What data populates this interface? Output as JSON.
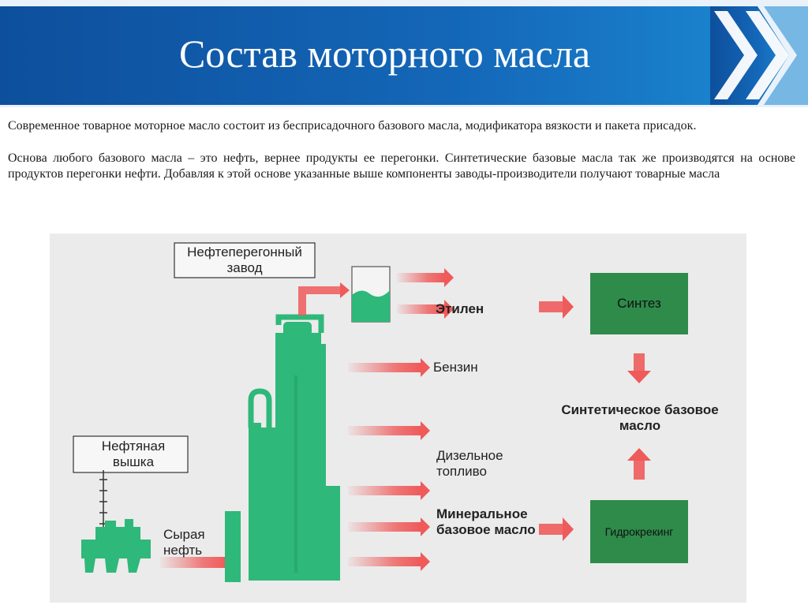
{
  "slide": {
    "title": "Состав моторного масла",
    "paragraphs": [
      "Современное товарное моторное масло состоит из бесприсадочного базового масла, модификатора вязкости и пакета присадок.",
      "Основа любого базового масла – это нефть, вернее продукты ее перегонки. Синтетические базовые масла так же производятся на основе продуктов перегонки нефти. Добавляя к этой основе указанные выше компоненты заводы-производители получают товарные масла"
    ]
  },
  "diagram": {
    "refinery_label": "Нефтеперегонный завод",
    "rig_label": "Нефтяная вышка",
    "crude_label": "Сырая нефть",
    "ethylene": "Этилен",
    "gasoline": "Бензин",
    "diesel": "Дизельное топливо",
    "mineral_base": "Минеральное базовое масло",
    "synthesis": "Синтез",
    "synthetic_base": "Синтетическое базовое масло",
    "hydrocracking": "Гидрокрекинг",
    "colors": {
      "plant_green": "#2eb87a",
      "box_green": "#2e8b4a",
      "arrow_red": "#ef5a5a",
      "header_blue": "#1565b5"
    }
  }
}
